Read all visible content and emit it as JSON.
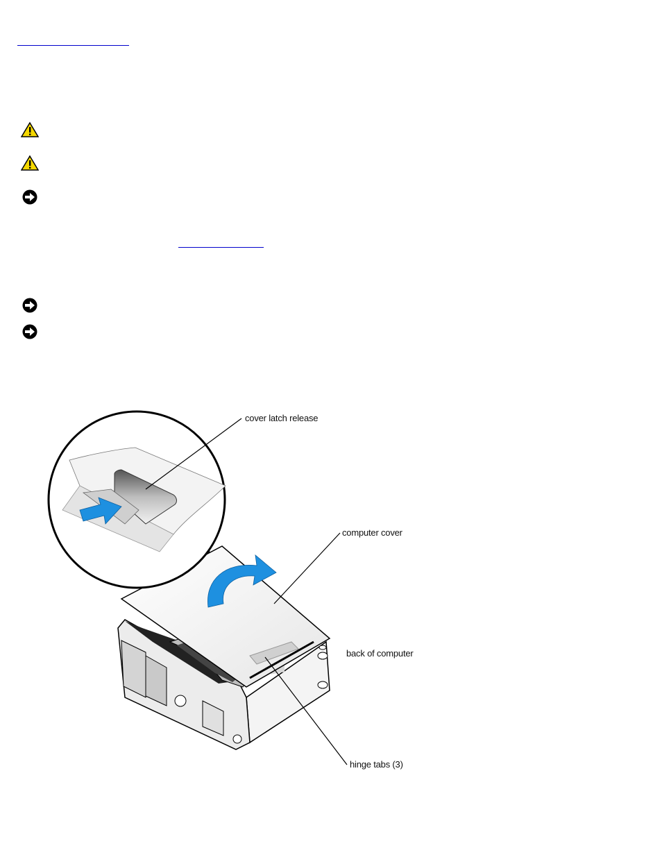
{
  "links": {
    "top": "",
    "inline": ""
  },
  "notices": [
    {
      "type": "caution",
      "icon": "caution-icon",
      "text": ""
    },
    {
      "type": "caution",
      "icon": "caution-icon",
      "text": ""
    },
    {
      "type": "notice",
      "icon": "notice-icon",
      "text": ""
    },
    {
      "type": "notice",
      "icon": "notice-icon",
      "text": ""
    },
    {
      "type": "notice",
      "icon": "notice-icon",
      "text": ""
    }
  ],
  "figure": {
    "labels": {
      "latch": "cover latch release",
      "cover": "computer cover",
      "back": "back of computer",
      "hinge": "hinge tabs (3)"
    }
  },
  "colors": {
    "link": "#0000cc",
    "caution_fill": "#f5d800",
    "arrow_blue": "#1e90e0"
  }
}
